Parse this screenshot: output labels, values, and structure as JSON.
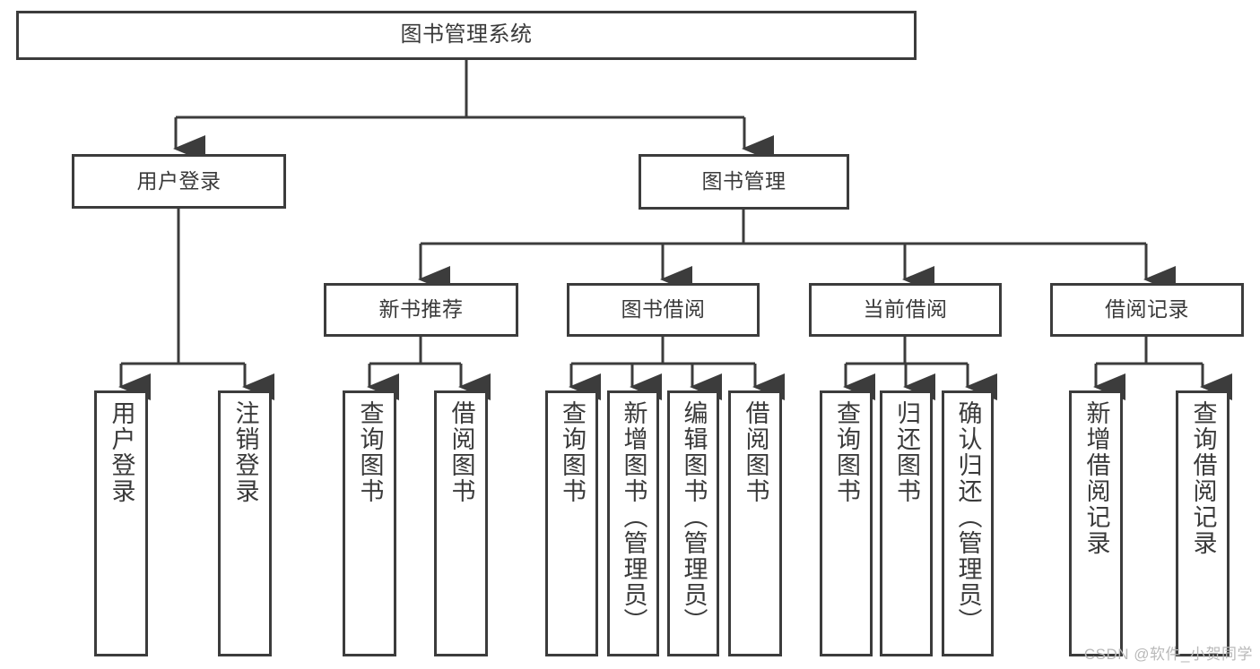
{
  "diagram": {
    "title": "图书管理系统",
    "type": "hierarchy-tree",
    "stroke_color": "#3c3c3c",
    "text_color": "#3a3a3a",
    "background_color": "#ffffff"
  },
  "watermark": {
    "text": "CSDN @软件_小贺同学"
  },
  "nodes": {
    "root": {
      "label": "图书管理系统"
    },
    "level1": [
      {
        "label": "用户登录"
      },
      {
        "label": "图书管理"
      }
    ],
    "level2": [
      {
        "label": "新书推荐"
      },
      {
        "label": "图书借阅"
      },
      {
        "label": "当前借阅"
      },
      {
        "label": "借阅记录"
      }
    ],
    "leaves_user_login": [
      {
        "label": "用户登录"
      },
      {
        "label": "注销登录"
      }
    ],
    "leaves_new_book": [
      {
        "label": "查询图书"
      },
      {
        "label": "借阅图书"
      }
    ],
    "leaves_borrow": [
      {
        "label": "查询图书"
      },
      {
        "label": "新增图书（管理员）"
      },
      {
        "label": "编辑图书（管理员）"
      },
      {
        "label": "借阅图书"
      }
    ],
    "leaves_current": [
      {
        "label": "查询图书"
      },
      {
        "label": "归还图书"
      },
      {
        "label": "确认归还（管理员）"
      }
    ],
    "leaves_record": [
      {
        "label": "新增借阅记录"
      },
      {
        "label": "查询借阅记录"
      }
    ]
  }
}
